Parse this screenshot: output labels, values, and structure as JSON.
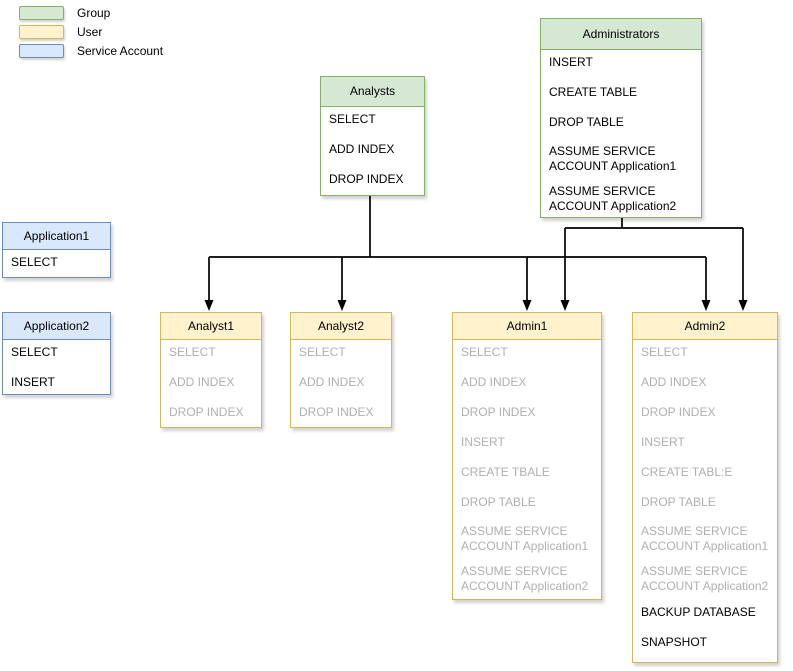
{
  "legend": {
    "items": [
      {
        "label": "Group",
        "fill": "#d5e8d4",
        "border": "#82b366"
      },
      {
        "label": "User",
        "fill": "#fff2cc",
        "border": "#d6b656"
      },
      {
        "label": "Service Account",
        "fill": "#dae8fc",
        "border": "#6c8ebf"
      }
    ]
  },
  "colors": {
    "group_fill": "#d5e8d4",
    "group_border": "#82b366",
    "user_fill": "#fff2cc",
    "user_border": "#d6b656",
    "service_fill": "#dae8fc",
    "service_border": "#6c8ebf",
    "text": "#000000",
    "inherited_text": "#b0b0b0",
    "connector": "#000000"
  },
  "nodes": {
    "administrators": {
      "title": "Administrators",
      "type": "group",
      "items": [
        {
          "label": "INSERT",
          "inherited": false
        },
        {
          "label": "CREATE TABLE",
          "inherited": false
        },
        {
          "label": "DROP TABLE",
          "inherited": false
        },
        {
          "label": "ASSUME SERVICE ACCOUNT Application1",
          "inherited": false
        },
        {
          "label": "ASSUME SERVICE ACCOUNT Application2",
          "inherited": false
        }
      ]
    },
    "analysts": {
      "title": "Analysts",
      "type": "group",
      "items": [
        {
          "label": "SELECT",
          "inherited": false
        },
        {
          "label": "ADD INDEX",
          "inherited": false
        },
        {
          "label": "DROP INDEX",
          "inherited": false
        }
      ]
    },
    "application1": {
      "title": "Application1",
      "type": "service-account",
      "items": [
        {
          "label": "SELECT",
          "inherited": false
        }
      ]
    },
    "application2": {
      "title": "Application2",
      "type": "service-account",
      "items": [
        {
          "label": "SELECT",
          "inherited": false
        },
        {
          "label": "INSERT",
          "inherited": false
        }
      ]
    },
    "analyst1": {
      "title": "Analyst1",
      "type": "user",
      "items": [
        {
          "label": "SELECT",
          "inherited": true
        },
        {
          "label": "ADD INDEX",
          "inherited": true
        },
        {
          "label": "DROP INDEX",
          "inherited": true
        }
      ]
    },
    "analyst2": {
      "title": "Analyst2",
      "type": "user",
      "items": [
        {
          "label": "SELECT",
          "inherited": true
        },
        {
          "label": "ADD INDEX",
          "inherited": true
        },
        {
          "label": "DROP INDEX",
          "inherited": true
        }
      ]
    },
    "admin1": {
      "title": "Admin1",
      "type": "user",
      "items": [
        {
          "label": "SELECT",
          "inherited": true
        },
        {
          "label": "ADD INDEX",
          "inherited": true
        },
        {
          "label": "DROP INDEX",
          "inherited": true
        },
        {
          "label": "INSERT",
          "inherited": true
        },
        {
          "label": "CREATE TBALE",
          "inherited": true
        },
        {
          "label": "DROP TABLE",
          "inherited": true
        },
        {
          "label": "ASSUME SERVICE ACCOUNT Application1",
          "inherited": true
        },
        {
          "label": "ASSUME SERVICE ACCOUNT Application2",
          "inherited": true
        }
      ]
    },
    "admin2": {
      "title": "Admin2",
      "type": "user",
      "items": [
        {
          "label": "SELECT",
          "inherited": true
        },
        {
          "label": "ADD INDEX",
          "inherited": true
        },
        {
          "label": "DROP INDEX",
          "inherited": true
        },
        {
          "label": "INSERT",
          "inherited": true
        },
        {
          "label": "CREATE TABL:E",
          "inherited": true
        },
        {
          "label": "DROP TABLE",
          "inherited": true
        },
        {
          "label": "ASSUME SERVICE ACCOUNT Application1",
          "inherited": true
        },
        {
          "label": "ASSUME SERVICE ACCOUNT Application2",
          "inherited": true
        },
        {
          "label": "BACKUP DATABASE",
          "inherited": false
        },
        {
          "label": "SNAPSHOT",
          "inherited": false
        }
      ]
    }
  },
  "edges": [
    {
      "from": "analysts",
      "to": "analyst1"
    },
    {
      "from": "analysts",
      "to": "analyst2"
    },
    {
      "from": "analysts",
      "to": "admin1"
    },
    {
      "from": "analysts",
      "to": "admin2"
    },
    {
      "from": "administrators",
      "to": "admin1"
    },
    {
      "from": "administrators",
      "to": "admin2"
    }
  ]
}
